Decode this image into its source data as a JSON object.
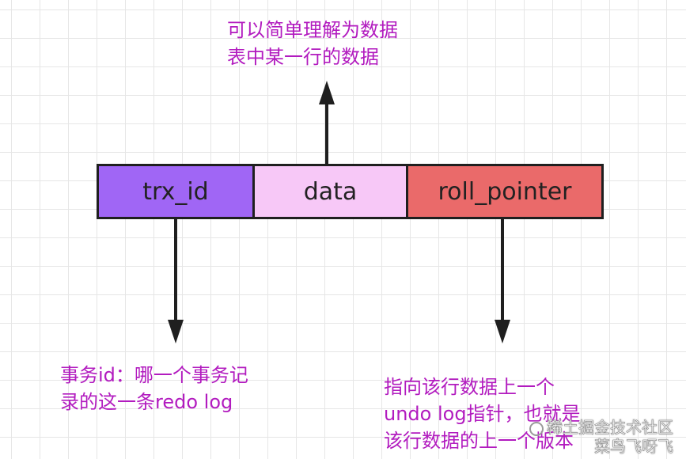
{
  "diagram": {
    "fields": [
      {
        "label": "trx_id",
        "color": "#a066f5"
      },
      {
        "label": "data",
        "color": "#f7c8f7"
      },
      {
        "label": "roll_pointer",
        "color": "#ea6a6a"
      }
    ],
    "annotations": {
      "data": [
        "可以简单理解为数据",
        "表中某一行的数据"
      ],
      "trx_id": [
        "事务id：哪一个事务记",
        "录的这一条redo log"
      ],
      "roll_pointer": [
        "指向该行数据上一个",
        "undo log指针，也就是",
        "该行数据的上一个版本"
      ]
    },
    "annotation_color": "#b21bbf",
    "line_color": "#1f1f1f"
  },
  "watermark": {
    "line1": "稀土掘金技术社区",
    "line2": "菜鸟飞呀飞"
  }
}
